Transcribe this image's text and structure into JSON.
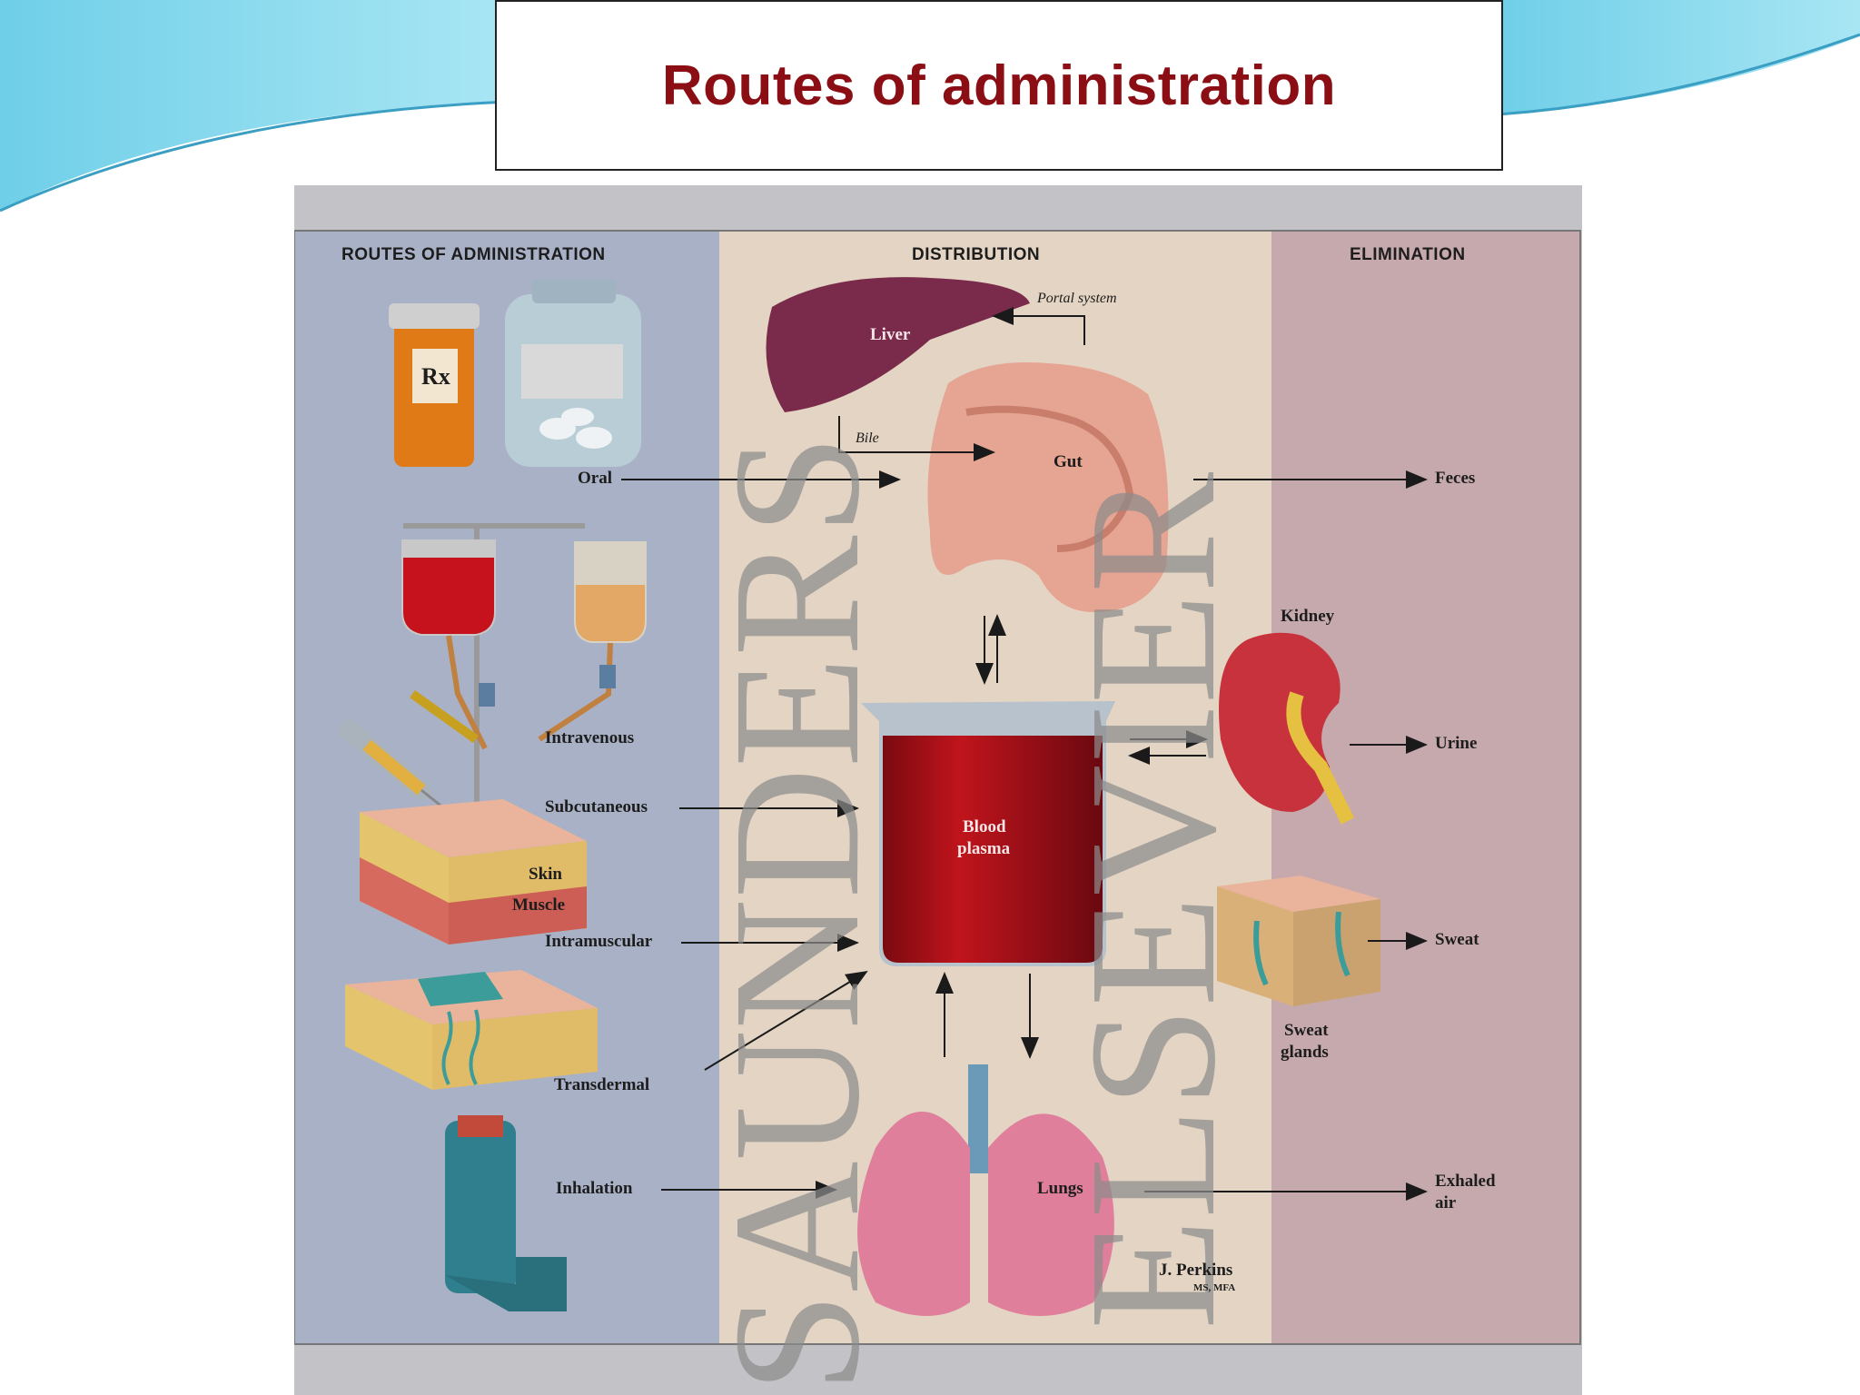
{
  "slide": {
    "title": "Routes of administration"
  },
  "figure": {
    "headers": {
      "routes": "ROUTES OF ADMINISTRATION",
      "distribution": "DISTRIBUTION",
      "elimination": "ELIMINATION"
    },
    "routes": {
      "oral": "Oral",
      "intravenous": "Intravenous",
      "subcutaneous": "Subcutaneous",
      "intramuscular": "Intramuscular",
      "transdermal": "Transdermal",
      "inhalation": "Inhalation"
    },
    "organs": {
      "liver": "Liver",
      "portal": "Portal system",
      "bile": "Bile",
      "gut": "Gut",
      "blood_plasma_1": "Blood",
      "blood_plasma_2": "plasma",
      "lungs": "Lungs",
      "kidney": "Kidney",
      "sweat_glands_1": "Sweat",
      "sweat_glands_2": "glands",
      "skin": "Skin",
      "muscle": "Muscle",
      "rx": "Rx"
    },
    "elimination": {
      "feces": "Feces",
      "urine": "Urine",
      "sweat": "Sweat",
      "exhaled_1": "Exhaled",
      "exhaled_2": "air"
    },
    "credit": {
      "artist": "J. Perkins",
      "suffix": "MS, MFA"
    },
    "watermark": {
      "line1": "SAUNDERS",
      "line2": "ELSEVIER"
    }
  }
}
